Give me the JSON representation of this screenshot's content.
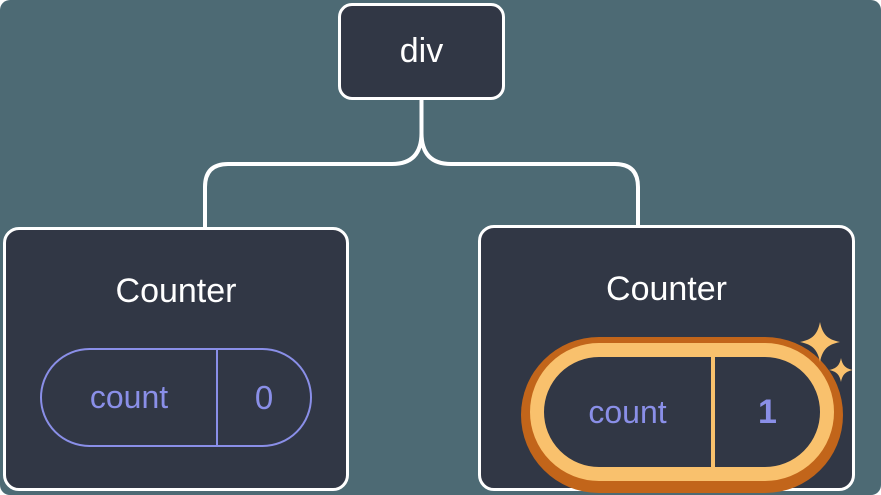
{
  "diagram": {
    "root": {
      "label": "div"
    },
    "children": [
      {
        "title": "Counter",
        "state_name": "count",
        "state_value": "0",
        "highlighted": false
      },
      {
        "title": "Counter",
        "state_name": "count",
        "state_value": "1",
        "highlighted": true
      }
    ]
  },
  "icons": {
    "sparkles": "sparkles-icon"
  },
  "colors": {
    "background": "#4d6a74",
    "card": "#313745",
    "outline": "#ffffff",
    "state": "#8a8fe8",
    "highlight": "#f9c16d",
    "highlight_dark": "#c2651a"
  }
}
